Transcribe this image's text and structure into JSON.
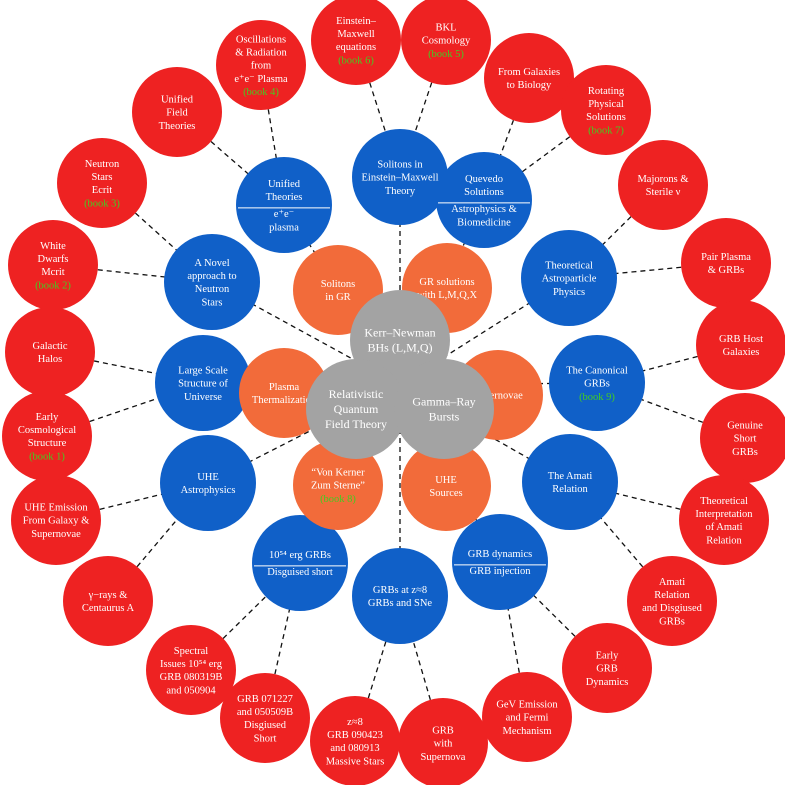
{
  "colors": {
    "outer": "#ee2222",
    "middle": "#1060c8",
    "inner": "#f26b3a",
    "core": "#a3a3a3",
    "text_light": "#ffffff",
    "book": "#44cc22"
  },
  "core": [
    {
      "id": "kerr",
      "lines": [
        "Kerr–Newman",
        "BHs (L,M,Q)"
      ]
    },
    {
      "id": "rqft",
      "lines": [
        "Relativistic",
        "Quantum",
        "Field Theory"
      ]
    },
    {
      "id": "grb",
      "lines": [
        "Gamma–Ray",
        "Bursts"
      ]
    }
  ],
  "inner": [
    {
      "id": "sol-gr",
      "lines": [
        "Solitons",
        "in GR"
      ]
    },
    {
      "id": "gr-sol",
      "lines": [
        "GR solutions",
        "with L,M,Q,X"
      ]
    },
    {
      "id": "supernovae",
      "lines": [
        "Supernovae"
      ]
    },
    {
      "id": "uhe-sources",
      "lines": [
        "UHE",
        "Sources"
      ]
    },
    {
      "id": "vonkerner",
      "lines": [
        "“Von Kerner",
        "Zum Sterne”"
      ],
      "book": "(book 8)"
    },
    {
      "id": "plasma-therm",
      "lines": [
        "Plasma",
        "Thermalization"
      ]
    }
  ],
  "middle": [
    {
      "id": "m-solitons",
      "lines": [
        "Solitons in",
        "Einstein–Maxwell",
        "Theory"
      ]
    },
    {
      "id": "m-quevedo",
      "lines": [
        "Quevedo",
        "Solutions"
      ],
      "lines2": [
        "Astrophysics &",
        "Biomedicine"
      ]
    },
    {
      "id": "m-theo",
      "lines": [
        "Theoretical",
        "Astroparticle",
        "Physics"
      ]
    },
    {
      "id": "m-canon",
      "lines": [
        "The Canonical",
        "GRBs"
      ],
      "book": "(book 9)"
    },
    {
      "id": "m-amati",
      "lines": [
        "The Amati",
        "Relation"
      ]
    },
    {
      "id": "m-grbdyn",
      "lines": [
        "GRB dynamics"
      ],
      "lines2": [
        "GRB injection"
      ]
    },
    {
      "id": "m-grbz8",
      "lines": [
        "GRBs at z≈8",
        "GRBs and SNe"
      ]
    },
    {
      "id": "m-1054",
      "lines": [
        "10⁵⁴ erg GRBs"
      ],
      "lines2": [
        "Disguised short"
      ]
    },
    {
      "id": "m-uhe",
      "lines": [
        "UHE",
        "Astrophysics"
      ]
    },
    {
      "id": "m-large",
      "lines": [
        "Large Scale",
        "Structure of",
        "Universe"
      ]
    },
    {
      "id": "m-novel",
      "lines": [
        "A Novel",
        "approach to",
        "Neutron",
        "Stars"
      ]
    },
    {
      "id": "m-unified",
      "lines": [
        "Unified",
        "Theories"
      ],
      "lines2": [
        "e⁺e⁻",
        "plasma"
      ]
    }
  ],
  "outer": [
    {
      "id": "o-einstein",
      "lines": [
        "Einstein–",
        "Maxwell",
        "equations"
      ],
      "book": "(book 6)"
    },
    {
      "id": "o-bkl",
      "lines": [
        "BKL",
        "Cosmology"
      ],
      "book": "(book 5)"
    },
    {
      "id": "o-galaxies",
      "lines": [
        "From Galaxies",
        "to Biology"
      ]
    },
    {
      "id": "o-rotating",
      "lines": [
        "Rotating",
        "Physical",
        "Solutions"
      ],
      "book": "(book 7)"
    },
    {
      "id": "o-majorons",
      "lines": [
        "Majorons &",
        "Sterile ν"
      ]
    },
    {
      "id": "o-pair",
      "lines": [
        "Pair Plasma",
        "& GRBs"
      ]
    },
    {
      "id": "o-host",
      "lines": [
        "GRB Host",
        "Galaxies"
      ]
    },
    {
      "id": "o-genuine",
      "lines": [
        "Genuine",
        "Short",
        "GRBs"
      ]
    },
    {
      "id": "o-theoamati",
      "lines": [
        "Theoretical",
        "Interpretation",
        "of Amati",
        "Relation"
      ]
    },
    {
      "id": "o-amatidisg",
      "lines": [
        "Amati",
        "Relation",
        "and Disgiused",
        "GRBs"
      ]
    },
    {
      "id": "o-early",
      "lines": [
        "Early",
        "GRB",
        "Dynamics"
      ]
    },
    {
      "id": "o-gev",
      "lines": [
        "GeV Emission",
        "and Fermi",
        "Mechanism"
      ]
    },
    {
      "id": "o-grbsn",
      "lines": [
        "GRB",
        "with",
        "Supernova"
      ]
    },
    {
      "id": "o-z8",
      "lines": [
        "z≈8",
        "GRB 090423",
        "and 080913",
        "Massive Stars"
      ]
    },
    {
      "id": "o-071227",
      "lines": [
        "GRB 071227",
        "and 050509B",
        "Disgiused",
        "Short"
      ]
    },
    {
      "id": "o-spectral",
      "lines": [
        "Spectral",
        "Issues 10⁵⁴ erg",
        "GRB 080319B",
        "and 050904"
      ]
    },
    {
      "id": "o-gamma",
      "lines": [
        "γ−rays &",
        "Centaurus A"
      ]
    },
    {
      "id": "o-uheemission",
      "lines": [
        "UHE Emission",
        "From Galaxy &",
        "Supernovae"
      ]
    },
    {
      "id": "o-earlycosmo",
      "lines": [
        "Early",
        "Cosmological",
        "Structure"
      ],
      "book": "(book 1)"
    },
    {
      "id": "o-halos",
      "lines": [
        "Galactic",
        "Halos"
      ]
    },
    {
      "id": "o-white",
      "lines": [
        "White",
        "Dwarfs",
        "Mcrit"
      ],
      "book": "(book 2)"
    },
    {
      "id": "o-neutron",
      "lines": [
        "Neutron",
        "Stars",
        "Ecrit"
      ],
      "book": "(book 3)"
    },
    {
      "id": "o-unifiedfield",
      "lines": [
        "Unified",
        "Field",
        "Theories"
      ]
    },
    {
      "id": "o-oscill",
      "lines": [
        "Oscillations",
        "& Radiation",
        "from",
        "e⁺e⁻ Plasma"
      ],
      "book": "(book 4)"
    }
  ]
}
